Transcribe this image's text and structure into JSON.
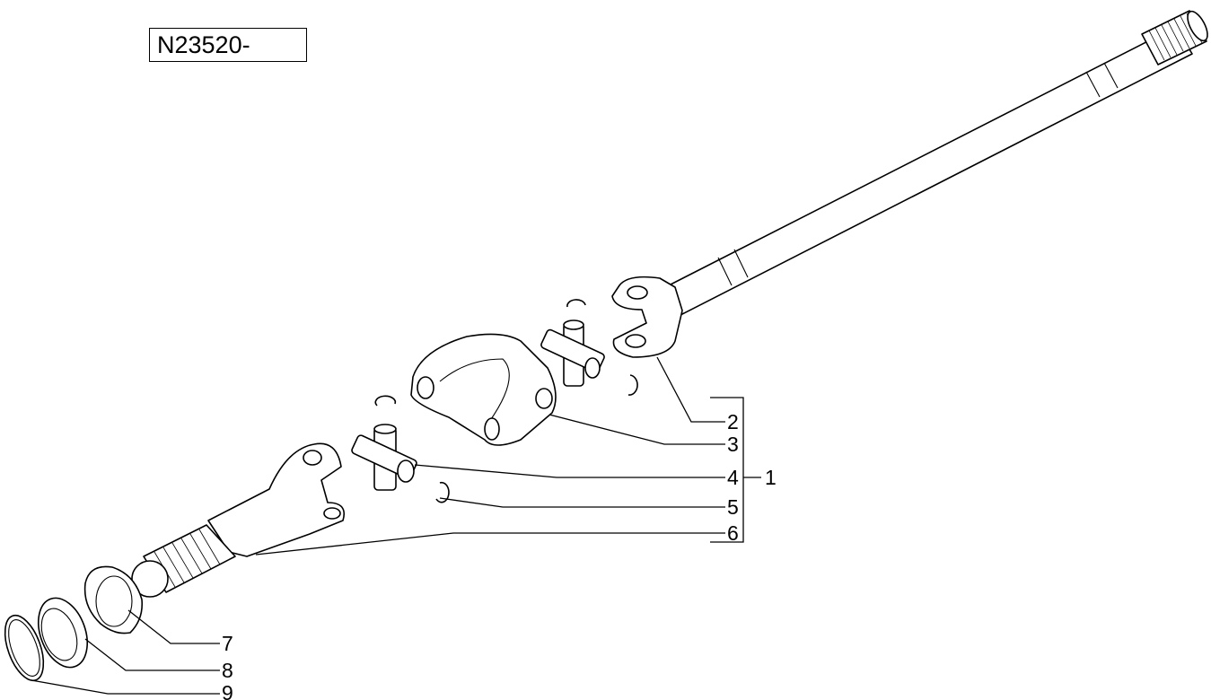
{
  "reference": "N23520-",
  "callouts": [
    {
      "id": "1",
      "text": "1"
    },
    {
      "id": "2",
      "text": "2"
    },
    {
      "id": "3",
      "text": "3"
    },
    {
      "id": "4",
      "text": "4"
    },
    {
      "id": "5",
      "text": "5"
    },
    {
      "id": "6",
      "text": "6"
    },
    {
      "id": "7",
      "text": "7"
    },
    {
      "id": "8",
      "text": "8"
    },
    {
      "id": "9",
      "text": "9"
    }
  ],
  "icons": [
    "axle-shaft-icon",
    "yoke-icon",
    "center-coupling-icon",
    "universal-joint-cross-icon",
    "snap-ring-icon",
    "splined-shaft-icon",
    "lock-washer-icon",
    "ring-nut-icon",
    "o-ring-icon"
  ]
}
